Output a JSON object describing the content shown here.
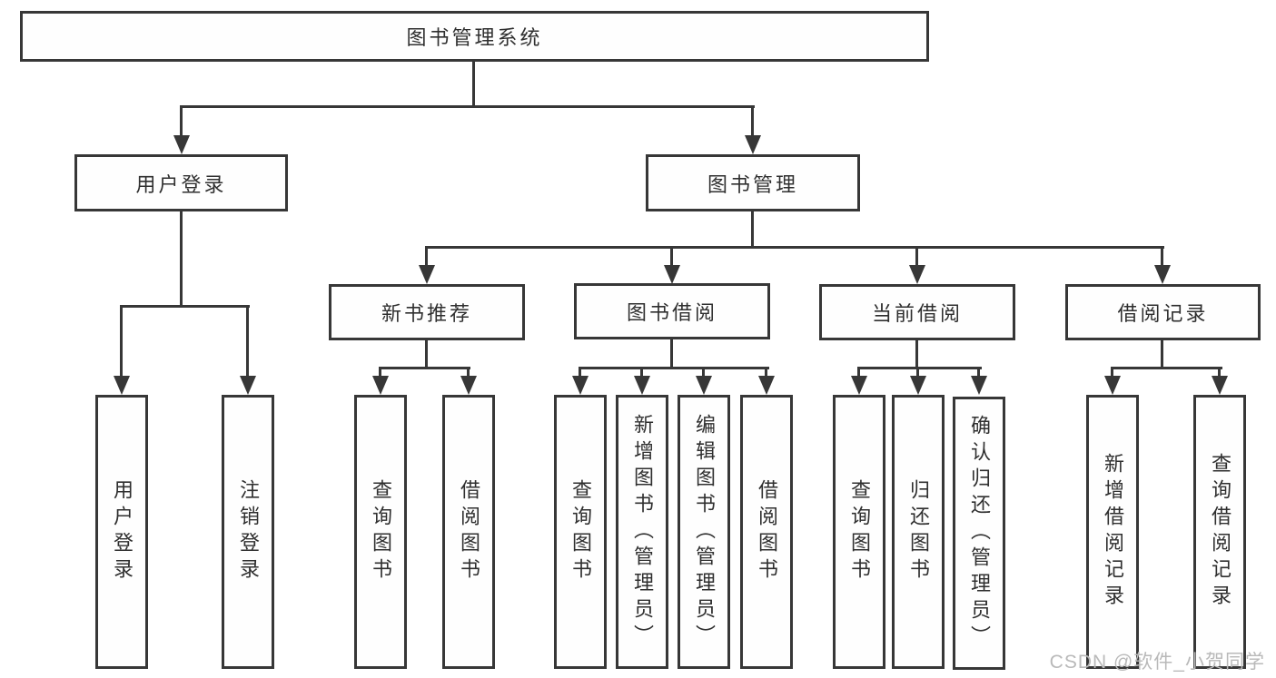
{
  "diagram": {
    "type": "tree",
    "root": {
      "label": "图书管理系统",
      "children": [
        {
          "label": "用户登录",
          "children": [
            {
              "label": "用户登录"
            },
            {
              "label": "注销登录"
            }
          ]
        },
        {
          "label": "图书管理",
          "children": [
            {
              "label": "新书推荐",
              "children": [
                {
                  "label": "查询图书"
                },
                {
                  "label": "借阅图书"
                }
              ]
            },
            {
              "label": "图书借阅",
              "children": [
                {
                  "label": "查询图书"
                },
                {
                  "label": "新增图书（管理员）"
                },
                {
                  "label": "编辑图书（管理员）"
                },
                {
                  "label": "借阅图书"
                }
              ]
            },
            {
              "label": "当前借阅",
              "children": [
                {
                  "label": "查询图书"
                },
                {
                  "label": "归还图书"
                },
                {
                  "label": "确认归还（管理员）"
                }
              ]
            },
            {
              "label": "借阅记录",
              "children": [
                {
                  "label": "新增借阅记录"
                },
                {
                  "label": "查询借阅记录"
                }
              ]
            }
          ]
        }
      ]
    }
  },
  "colors": {
    "line": "#373737",
    "node_text": "#2f2f2f",
    "node_fill": "#fefefe",
    "background": "#ffffff",
    "watermark": "#b9b9b9"
  },
  "watermark": {
    "text": "CSDN @软件_小贺同学"
  }
}
